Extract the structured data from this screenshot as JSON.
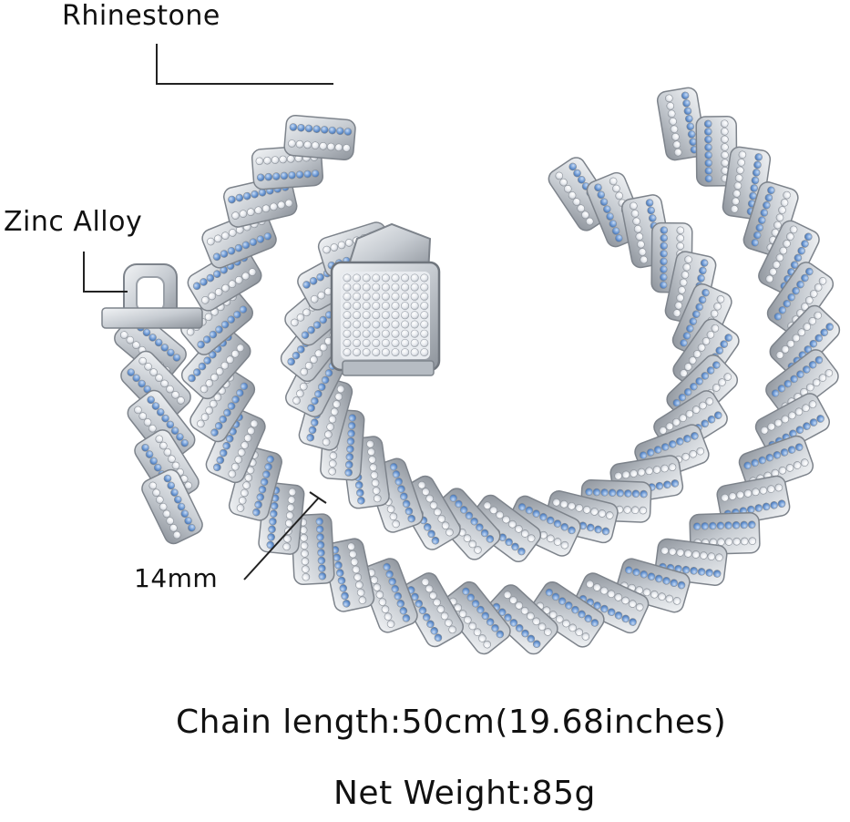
{
  "callouts": {
    "rhinestone": "Rhinestone",
    "zinc_alloy": "Zinc Alloy",
    "link_width": "14mm"
  },
  "specs": {
    "chain_length": "Chain length:50cm(19.68inches)",
    "net_weight": "Net Weight:85g"
  },
  "colors": {
    "metal": "#cfd3d8",
    "metal_shadow": "#8d939b",
    "clear_stone": "#f3f5f8",
    "blue_stone": "#6f9bd6",
    "text": "#111111",
    "background": "#ffffff"
  }
}
